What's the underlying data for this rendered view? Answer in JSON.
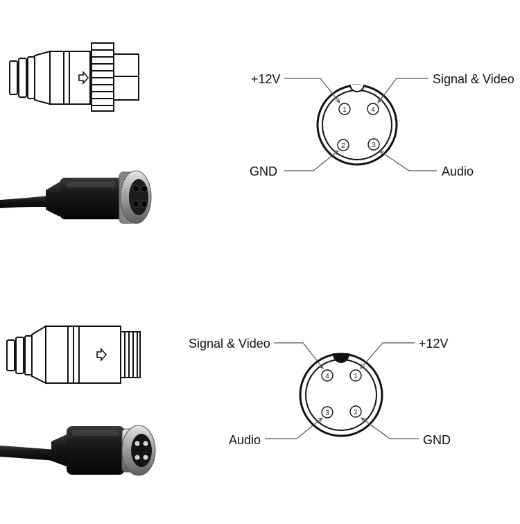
{
  "female_diagram": {
    "labels": {
      "top_left": "+12V",
      "top_right": "Signal & Video",
      "bottom_left": "GND",
      "bottom_right": "Audio"
    },
    "pins": {
      "top_left": "1",
      "top_right": "4",
      "bottom_left": "2",
      "bottom_right": "3"
    }
  },
  "male_diagram": {
    "labels": {
      "top_left": "Signal & Video",
      "top_right": "+12V",
      "bottom_left": "Audio",
      "bottom_right": "GND"
    },
    "pins": {
      "top_left": "4",
      "top_right": "1",
      "bottom_left": "3",
      "bottom_right": "2"
    }
  },
  "colors": {
    "line": "#111111",
    "lead": "#555555",
    "cable": "#1a1a1a",
    "metal": "#9a9a9a"
  }
}
